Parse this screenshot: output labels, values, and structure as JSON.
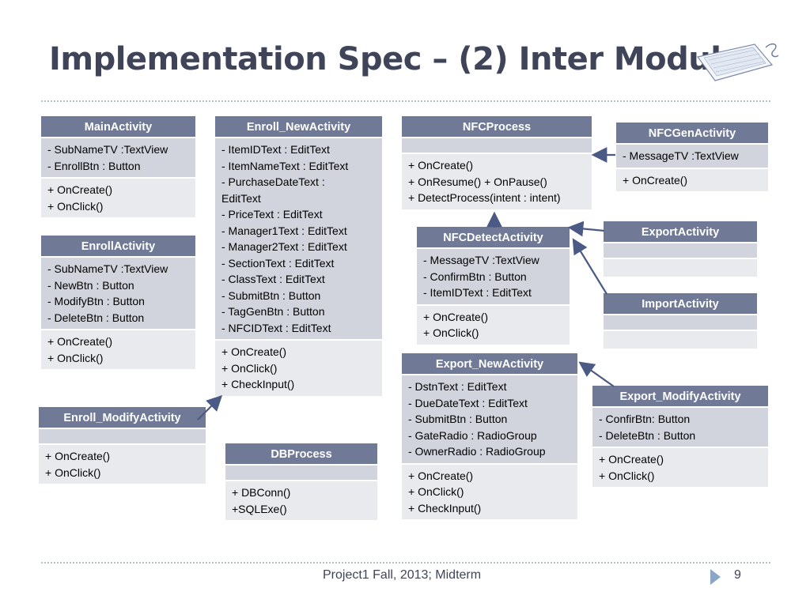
{
  "slide": {
    "title": "Implementation Spec – (2) Inter Module",
    "footer": "Project1  Fall, 2013; Midterm",
    "page_number": "9"
  },
  "classes": {
    "main_activity": {
      "name": "MainActivity",
      "attributes": [
        "- SubNameTV :TextView",
        "- EnrollBtn : Button"
      ],
      "methods": [
        "+ OnCreate()",
        "+ OnClick()"
      ]
    },
    "enroll_activity": {
      "name": "EnrollActivity",
      "attributes": [
        "- SubNameTV :TextView",
        "- NewBtn : Button",
        "- ModifyBtn : Button",
        "- DeleteBtn : Button"
      ],
      "methods": [
        "+ OnCreate()",
        "+ OnClick()"
      ]
    },
    "enroll_modify_activity": {
      "name": "Enroll_ModifyActivity",
      "attributes": [],
      "methods": [
        "+ OnCreate()",
        "+ OnClick()"
      ]
    },
    "enroll_new_activity": {
      "name": "Enroll_NewActivity",
      "attributes": [
        "- ItemIDText : EditText",
        "- ItemNameText : EditText",
        "- PurchaseDateText :",
        "EditText",
        "- PriceText : EditText",
        "- Manager1Text : EditText",
        "- Manager2Text : EditText",
        "- SectionText : EditText",
        "- ClassText : EditText",
        "- SubmitBtn : Button",
        "- TagGenBtn : Button",
        "- NFCIDText : EditText"
      ],
      "methods": [
        "+ OnCreate()",
        "+ OnClick()",
        "+ CheckInput()"
      ]
    },
    "db_process": {
      "name": "DBProcess",
      "attributes": [],
      "methods": [
        "+ DBConn()",
        "+SQLExe()"
      ]
    },
    "nfc_process": {
      "name": "NFCProcess",
      "attributes": [],
      "methods": [
        "+ OnCreate()",
        "+ OnResume()    + OnPause()",
        "+ DetectProcess(intent : intent)"
      ]
    },
    "nfc_detect_activity": {
      "name": "NFCDetectActivity",
      "attributes": [
        "- MessageTV :TextView",
        "- ConfirmBtn : Button",
        "- ItemIDText : EditText"
      ],
      "methods": [
        "+ OnCreate()",
        "+ OnClick()"
      ]
    },
    "export_new_activity": {
      "name": "Export_NewActivity",
      "attributes": [
        "- DstnText : EditText",
        "- DueDateText : EditText",
        "- SubmitBtn : Button",
        "- GateRadio : RadioGroup",
        "- OwnerRadio : RadioGroup"
      ],
      "methods": [
        "+ OnCreate()",
        "+ OnClick()",
        "+ CheckInput()"
      ]
    },
    "nfc_gen_activity": {
      "name": "NFCGenActivity",
      "attributes": [
        "- MessageTV :TextView"
      ],
      "methods": [
        "+ OnCreate()"
      ]
    },
    "export_activity": {
      "name": "ExportActivity",
      "attributes": [],
      "methods": []
    },
    "import_activity": {
      "name": "ImportActivity",
      "attributes": [],
      "methods": []
    },
    "export_modify_activity": {
      "name": "Export_ModifyActivity",
      "attributes": [
        "- ConfirBtn: Button",
        "- DeleteBtn : Button"
      ],
      "methods": [
        "+ OnCreate()",
        "+ OnClick()"
      ]
    }
  },
  "colors": {
    "header": "#707a97",
    "attribute_band": "#d1d4dd",
    "method_band": "#e8eaee",
    "arrow": "#4a5a84",
    "title": "#3f4458"
  }
}
